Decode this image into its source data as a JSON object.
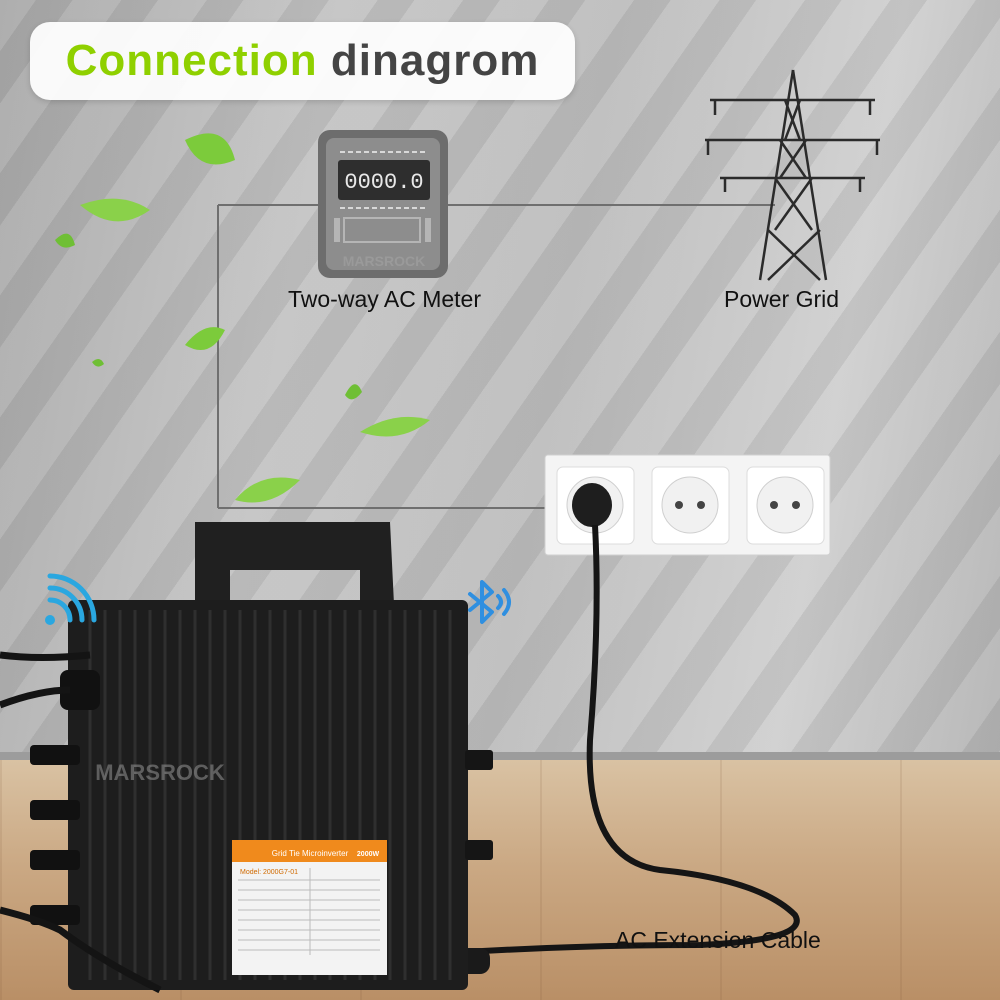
{
  "title": {
    "part1": "Connection",
    "part2": "dinagrom"
  },
  "meter": {
    "label": "Two-way AC Meter",
    "display": "0000.0",
    "brand": "MARSROCK"
  },
  "grid": {
    "label": "Power Grid"
  },
  "cable": {
    "label": "AC Extension Cable"
  },
  "inverter": {
    "brand": "MARSROCK",
    "nameplate_title": "Grid Tie Microinverter",
    "nameplate_badge": "2000W",
    "model": "Model: 2000G7-01"
  },
  "colors": {
    "accent_green": "#8fd000",
    "wifi_blue": "#2aa7e0",
    "bluetooth_blue": "#2f8fe0",
    "inverter_black": "#1d1d1d"
  },
  "icons": [
    "wifi-icon",
    "bluetooth-icon",
    "leaf-icon",
    "power-tower-icon"
  ]
}
